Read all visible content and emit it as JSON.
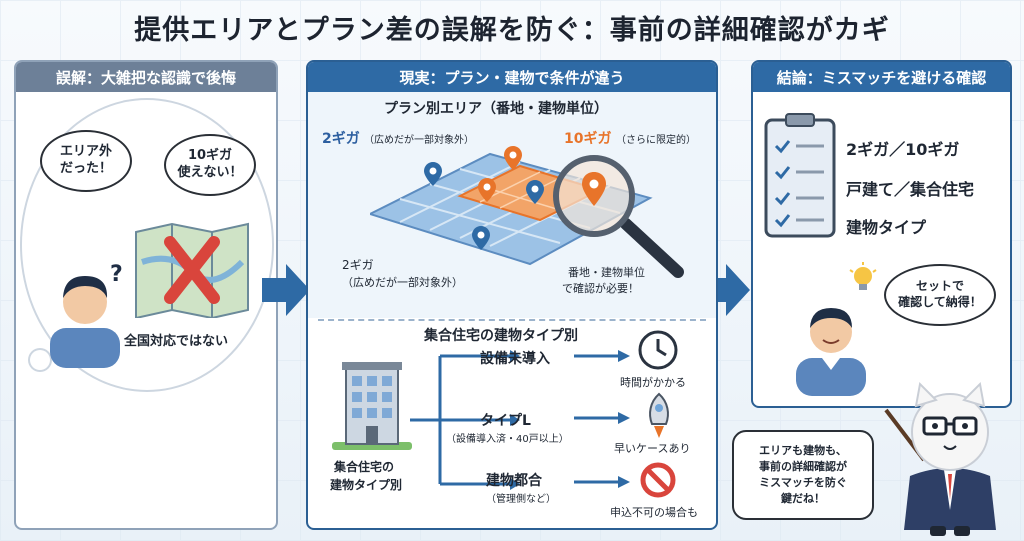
{
  "title": "提供エリアとプラン差の誤解を防ぐ：事前の詳細確認がカギ",
  "panel_left": {
    "header": "誤解：大雑把な認識で後悔",
    "bubble_1": "エリア外\nだった！",
    "bubble_2": "10ギガ\n使えない！",
    "question_mark": "?",
    "caption": "全国対応ではない"
  },
  "panel_center": {
    "header": "現実：プラン・建物で条件が違う",
    "section1_title": "プラン別エリア（番地・建物単位）",
    "plan_2g_name": "2ギガ",
    "plan_2g_note": "（広めだが一部対象外）",
    "plan_10g_name": "10ギガ",
    "plan_10g_note": "（さらに限定的）",
    "map_label_2g_line1": "2ギガ",
    "map_label_2g_line2": "（広めだが一部対象外）",
    "confirm_note_line1": "番地・建物単位",
    "confirm_note_line2": "で確認が必要！",
    "section2_title": "集合住宅の建物タイプ別",
    "building_caption_line1": "集合住宅の",
    "building_caption_line2": "建物タイプ別",
    "branches": [
      {
        "label": "設備未導入",
        "sub": "",
        "result": "時間がかかる",
        "icon": "clock-icon"
      },
      {
        "label": "タイプL",
        "sub": "（設備導入済・40戸以上）",
        "result": "早いケースあり",
        "icon": "rocket-icon"
      },
      {
        "label": "建物都合",
        "sub": "（管理側など）",
        "result": "申込不可の場合も",
        "icon": "prohibited-icon"
      }
    ]
  },
  "panel_right": {
    "header": "結論：ミスマッチを避ける確認",
    "checklist": [
      "2ギガ／10ギガ",
      "戸建て／集合住宅",
      "建物タイプ"
    ],
    "speech": "セットで\n確認して納得！"
  },
  "mascot_speech": "エリアも建物も、\n事前の詳細確認が\nミスマッチを防ぐ\n鍵だね！",
  "colors": {
    "primary": "#2e6aa5",
    "accent_orange": "#e8742a",
    "blue_label": "#2d5fa0",
    "error_red": "#d9453c"
  }
}
